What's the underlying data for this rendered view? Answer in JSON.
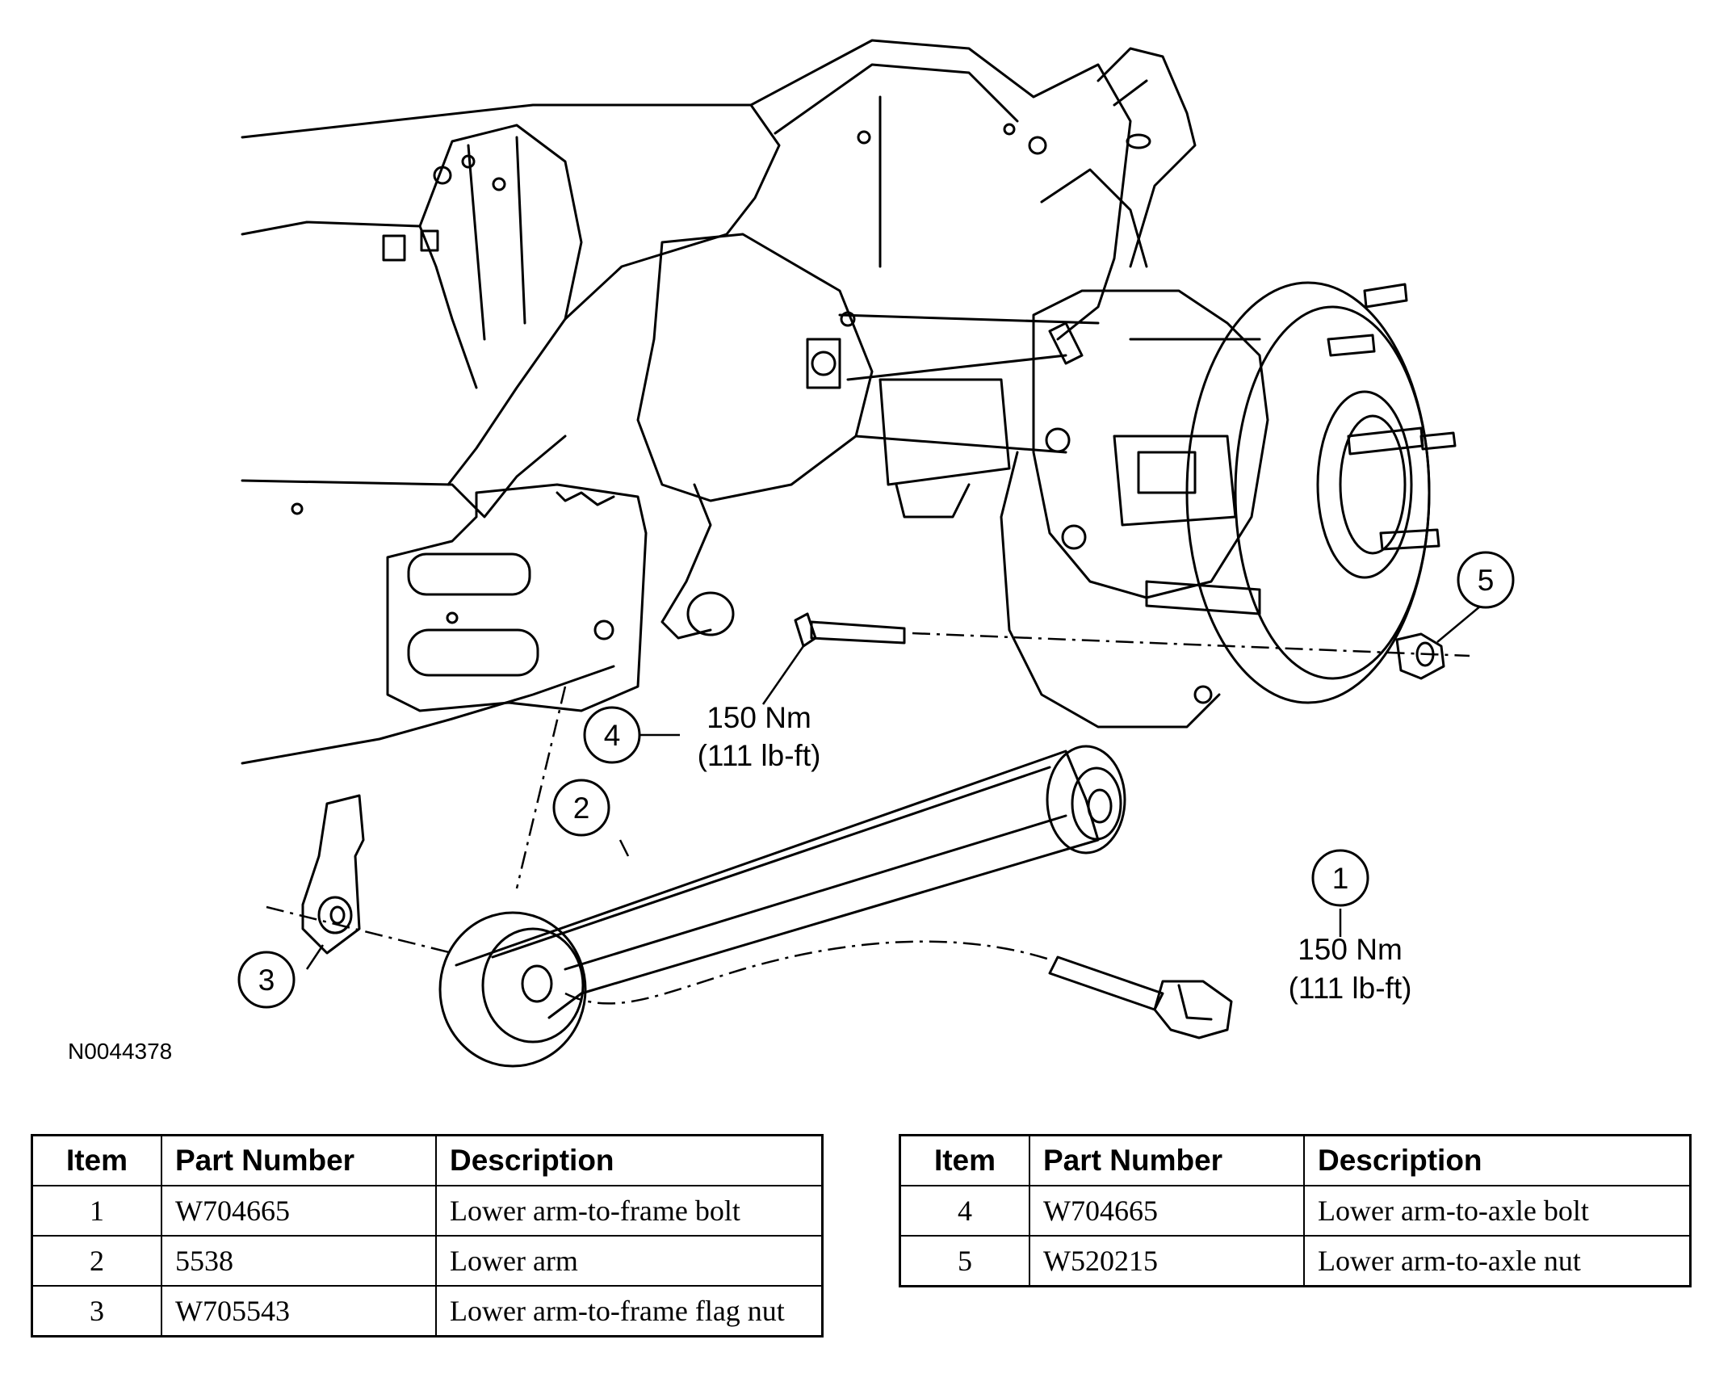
{
  "figure": {
    "id": "N0044378"
  },
  "callouts": [
    {
      "num": "1",
      "torque": "150 Nm",
      "torque_alt": "(111 lb-ft)"
    },
    {
      "num": "2"
    },
    {
      "num": "3"
    },
    {
      "num": "4",
      "torque": "150 Nm",
      "torque_alt": "(111 lb-ft)"
    },
    {
      "num": "5"
    }
  ],
  "tables": [
    {
      "headers": [
        "Item",
        "Part Number",
        "Description"
      ],
      "rows": [
        [
          "1",
          "W704665",
          "Lower arm-to-frame bolt"
        ],
        [
          "2",
          "5538",
          "Lower arm"
        ],
        [
          "3",
          "W705543",
          "Lower arm-to-frame flag nut"
        ]
      ]
    },
    {
      "headers": [
        "Item",
        "Part Number",
        "Description"
      ],
      "rows": [
        [
          "4",
          "W704665",
          "Lower arm-to-axle bolt"
        ],
        [
          "5",
          "W520215",
          "Lower arm-to-axle nut"
        ]
      ]
    }
  ]
}
